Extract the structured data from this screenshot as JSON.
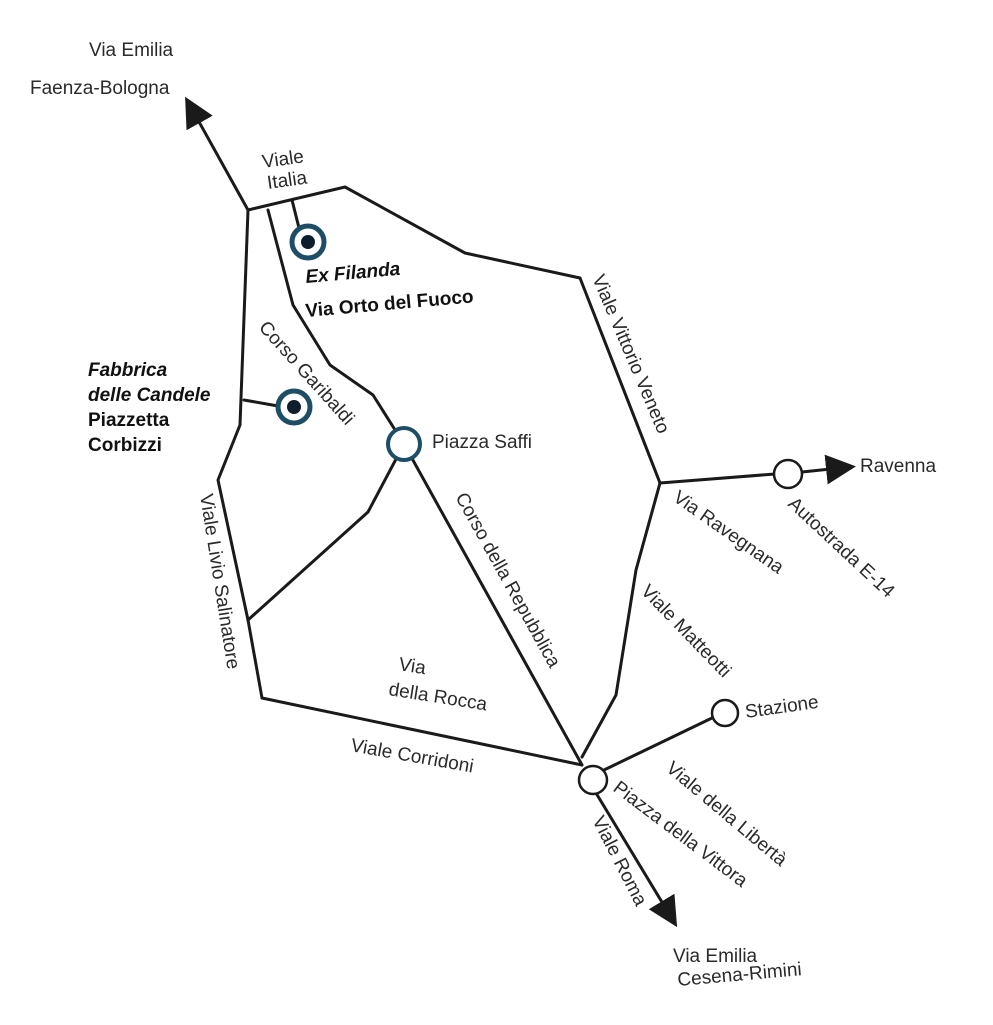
{
  "roads": {
    "via_emilia_faenza_bologna": [
      "Via Emilia",
      "Faenza-Bologna"
    ],
    "viale_italia": [
      "Viale",
      "Italia"
    ],
    "viale_vittorio_veneto": "Viale Vittorio Veneto",
    "corso_garibaldi": "Corso Garibaldi",
    "viale_livio_salinatore": "Viale Livio Salinatore",
    "via_ravegnana": "Via Ravegnana",
    "autostrada": "Autostrada E-14",
    "ravenna": "Ravenna",
    "corso_della_repubblica": "Corso della Repubblica",
    "viale_matteotti": "Viale Matteotti",
    "via_della_rocca": [
      "Via",
      "della Rocca"
    ],
    "viale_corridoni": "Viale Corridoni",
    "viale_della_liberta": "Viale della Libertà",
    "viale_roma": "Viale Roma",
    "via_emilia_cesena_rimini": [
      "Via Emilia",
      "Cesena-Rimini"
    ]
  },
  "places": {
    "piazza_saffi": "Piazza Saffi",
    "stazione": "Stazione",
    "piazza_della_vittora": "Piazza della Vittora"
  },
  "venues": {
    "ex_filanda": {
      "name": "Ex Filanda",
      "address": "Via Orto del Fuoco"
    },
    "fabbrica": {
      "name": [
        "Fabbrica",
        "delle Candele"
      ],
      "address": [
        "Piazzetta",
        "Corbizzi"
      ]
    }
  },
  "colors": {
    "venue_ring": "#1e4d66",
    "venue_dot": "#0f1e2d",
    "road": "#1a1a1a"
  }
}
